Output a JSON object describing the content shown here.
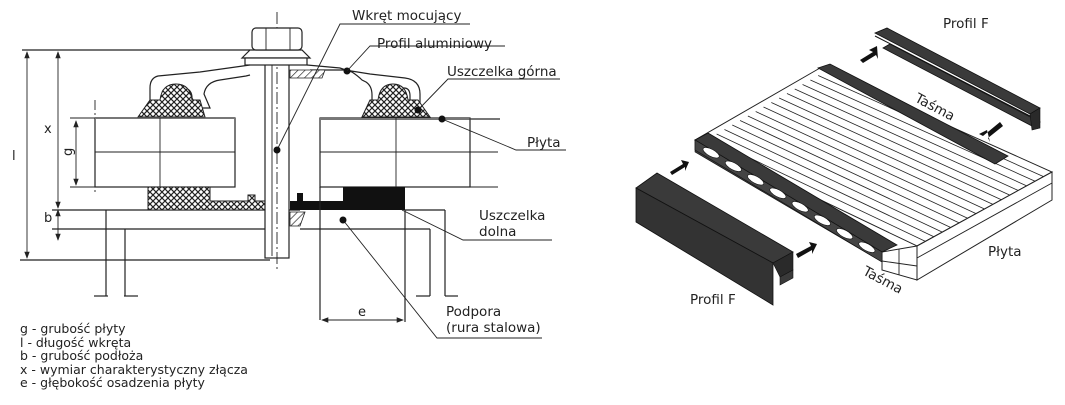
{
  "cross_section": {
    "labels": {
      "screw": "Wkręt mocujący",
      "aluminium_profile": "Profil aluminiowy",
      "upper_gasket": "Uszczelka górna",
      "plate": "Płyta",
      "lower_gasket_line1": "Uszczelka",
      "lower_gasket_line2": "dolna",
      "support_line1": "Podpora",
      "support_line2": "(rura stalowa)"
    },
    "dimensions": {
      "l": "l",
      "x": "x",
      "g": "g",
      "b": "b",
      "e": "e"
    },
    "legend": [
      "g - grubość płyty",
      " l - długość wkręta",
      "b - grubość podłoża",
      "x - wymiar charakterystyczny złącza",
      "e - głębokość osadzenia płyty"
    ]
  },
  "isometric": {
    "labels": {
      "profile_top": "Profil F",
      "profile_bottom": "Profil F",
      "tape_top": "Taśma",
      "tape_bottom": "Taśma",
      "plate": "Płyta"
    },
    "colors": {
      "profile": "#3a3a3a",
      "tape": "#3a3a3a"
    }
  }
}
